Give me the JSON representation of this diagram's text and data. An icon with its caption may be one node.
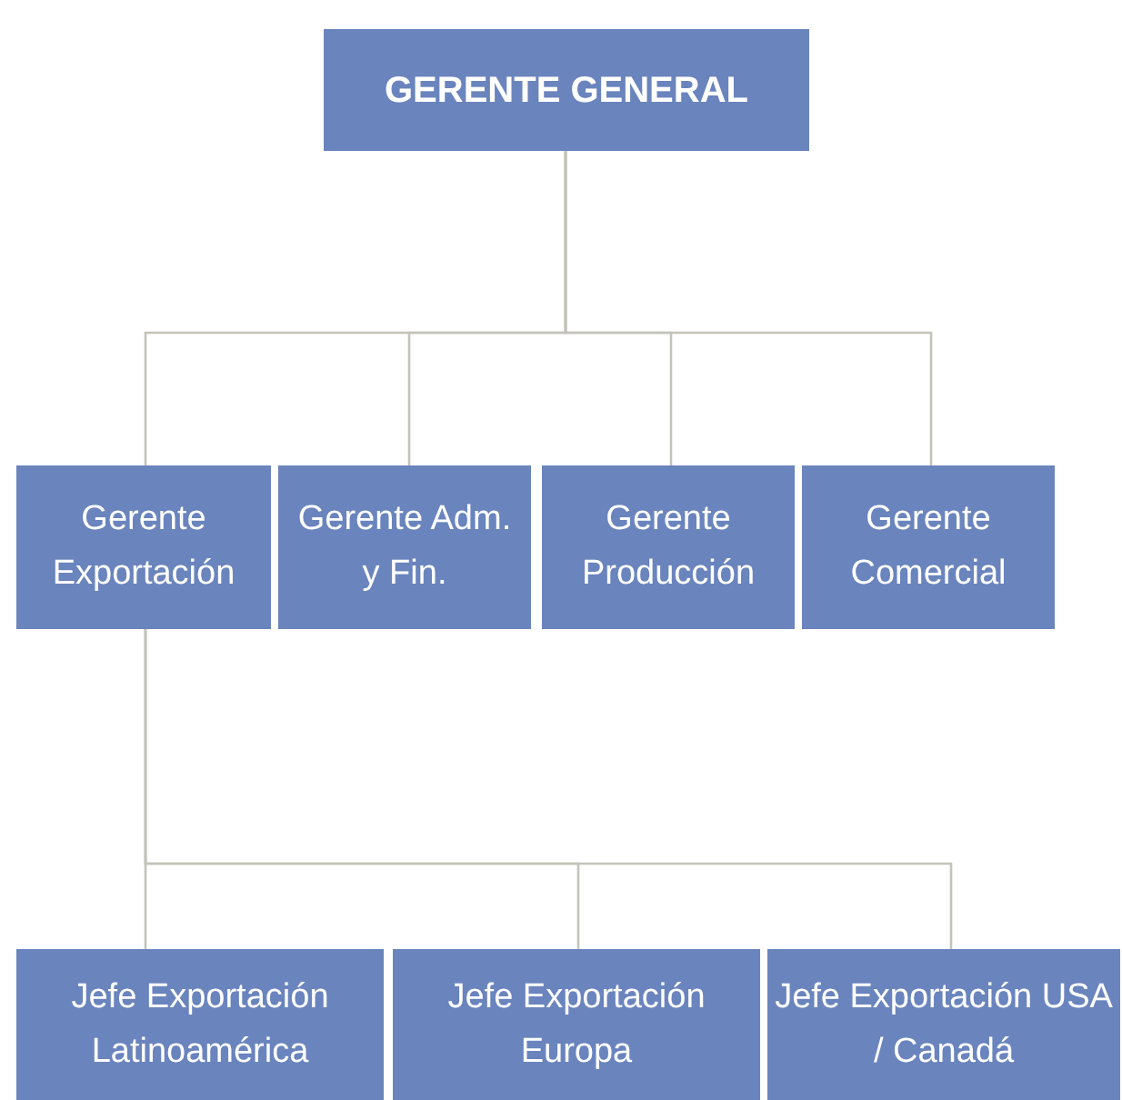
{
  "diagram": {
    "nodes": [
      {
        "text": [
          "GERENTE GENERAL"
        ]
      },
      {
        "text": [
          "Gerente Exportación"
        ]
      },
      {
        "text": [
          "Gerente Adm. y Fin."
        ]
      },
      {
        "text": [
          "Gerente Producción"
        ]
      },
      {
        "text": [
          "Gerente Comercial"
        ]
      },
      {
        "text": [
          "Jefe Exportación Latinoamérica"
        ]
      },
      {
        "text": [
          "Jefe Exportación Europa"
        ]
      },
      {
        "text": [
          "Jefe Exportación USA / Canadá"
        ]
      }
    ],
    "edges": [
      {
        "from": 0,
        "to": 1,
        "arrow": "none"
      },
      {
        "from": 0,
        "to": 2,
        "arrow": "none"
      },
      {
        "from": 0,
        "to": 3,
        "arrow": "none"
      },
      {
        "from": 0,
        "to": 4,
        "arrow": "none"
      },
      {
        "from": 1,
        "to": 5,
        "arrow": "none"
      },
      {
        "from": 1,
        "to": 6,
        "arrow": "none"
      },
      {
        "from": 1,
        "to": 7,
        "arrow": "none"
      }
    ]
  }
}
